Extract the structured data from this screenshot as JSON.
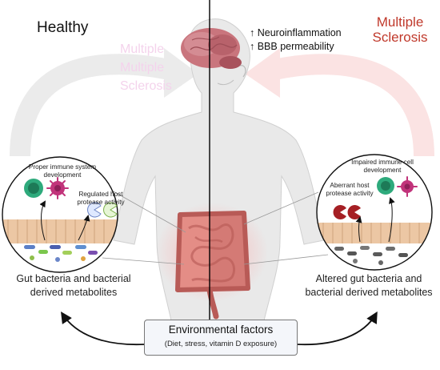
{
  "labels": {
    "healthy": "Healthy",
    "ms_title": "Multiple Sclerosis",
    "ghost_title": "Multiple Multiple Sclerosis",
    "effects": [
      "↑ Neuroinflammation",
      "↑ BBB permeability"
    ]
  },
  "healthy_panel": {
    "immune_label": "Proper immune system development",
    "protease_label": "Regulated host protease activity",
    "caption": "Gut bacteria and bacterial derived metabolites"
  },
  "ms_panel": {
    "immune_label": "Impaired immune cell development",
    "protease_label": "Aberrant host protease activity",
    "caption": "Altered gut bacteria and bacterial derived metabolites"
  },
  "environment": {
    "title": "Environmental factors",
    "subtitle": "(Diet, stress, vitamin D exposure)"
  },
  "colors": {
    "healthy_arrow": "#ebebeb",
    "ms_arrow": "#fbe3e3",
    "brain": "#c9757d",
    "gut": "#e48d86",
    "gut_glow": "#ff9a9a",
    "immune_cell": "#2eaa7c",
    "dendritic_cell": "#c1337a",
    "aberrant_protease": "#a51f24",
    "epithelium": "#ecc7a4"
  }
}
